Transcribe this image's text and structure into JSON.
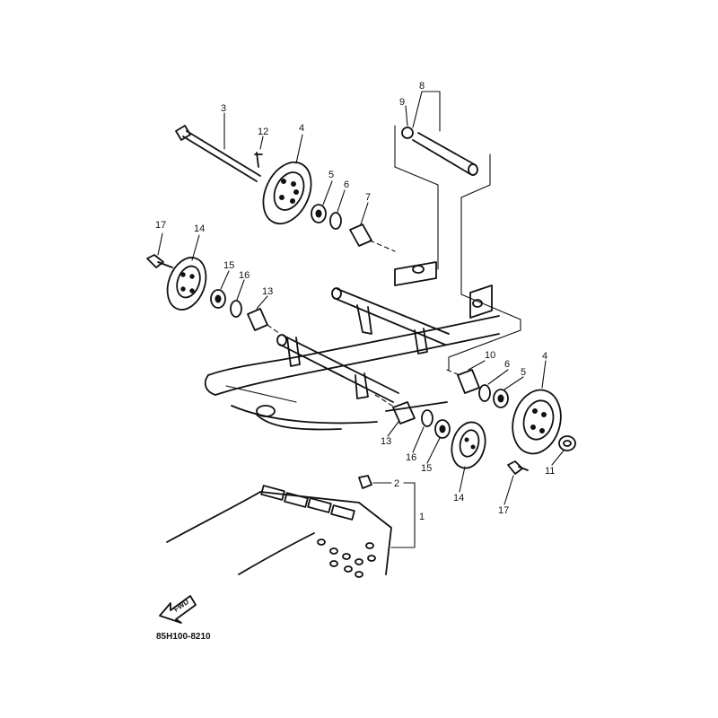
{
  "callouts": {
    "p1": "1",
    "p2": "2",
    "p3": "3",
    "p4a": "4",
    "p4b": "4",
    "p5a": "5",
    "p5b": "5",
    "p6a": "6",
    "p6b": "6",
    "p7": "7",
    "p8": "8",
    "p9": "9",
    "p10": "10",
    "p11": "11",
    "p12": "12",
    "p13a": "13",
    "p13b": "13",
    "p14a": "14",
    "p14b": "14",
    "p15a": "15",
    "p15b": "15",
    "p16a": "16",
    "p16b": "16",
    "p17a": "17",
    "p17b": "17"
  },
  "direction_label": "FWD",
  "diagram_code": "85H100-8210"
}
